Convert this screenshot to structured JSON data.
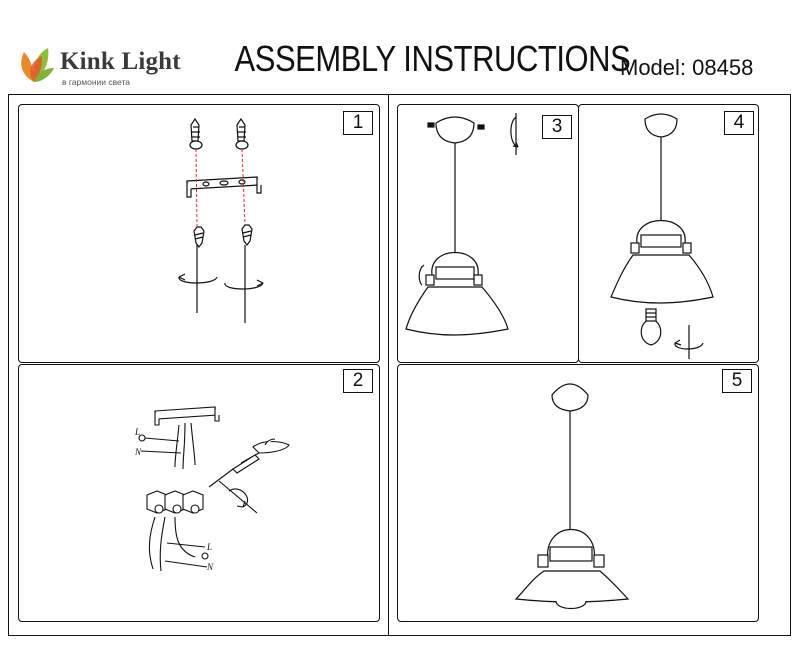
{
  "brand": {
    "name": "Kink Light",
    "tagline": "в гармонии света"
  },
  "document": {
    "title": "ASSEMBLY INSTRUCTIONS",
    "model": "Model: 08458"
  },
  "steps": [
    {
      "number": "1"
    },
    {
      "number": "2"
    },
    {
      "number": "3"
    },
    {
      "number": "4"
    },
    {
      "number": "5"
    }
  ],
  "wiring_labels": {
    "live": "L",
    "neutral": "N"
  }
}
